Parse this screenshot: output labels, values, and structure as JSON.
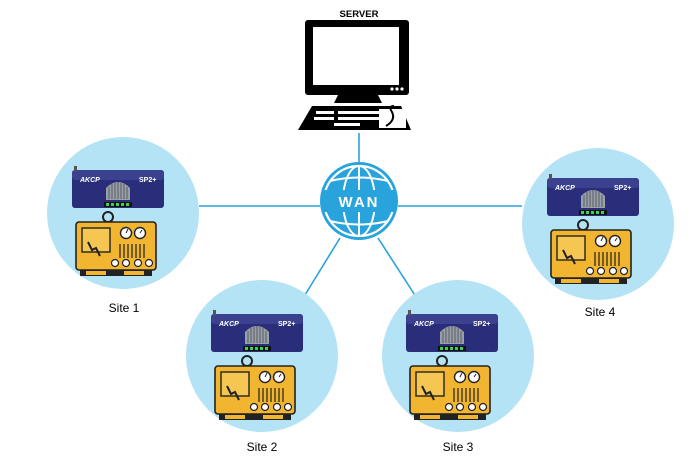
{
  "server": {
    "label": "SERVER"
  },
  "wan": {
    "label": "WAN"
  },
  "colors": {
    "site_circle": "#b3e3f4",
    "link": "#29a3dc",
    "globe": "#29a3dc",
    "device_body": "#2a2e7a",
    "generator": "#f2b530"
  },
  "device": {
    "brand": "AKCP",
    "model": "SP2+"
  },
  "sites": [
    {
      "label": "Site 1"
    },
    {
      "label": "Site 2"
    },
    {
      "label": "Site 3"
    },
    {
      "label": "Site 4"
    }
  ]
}
